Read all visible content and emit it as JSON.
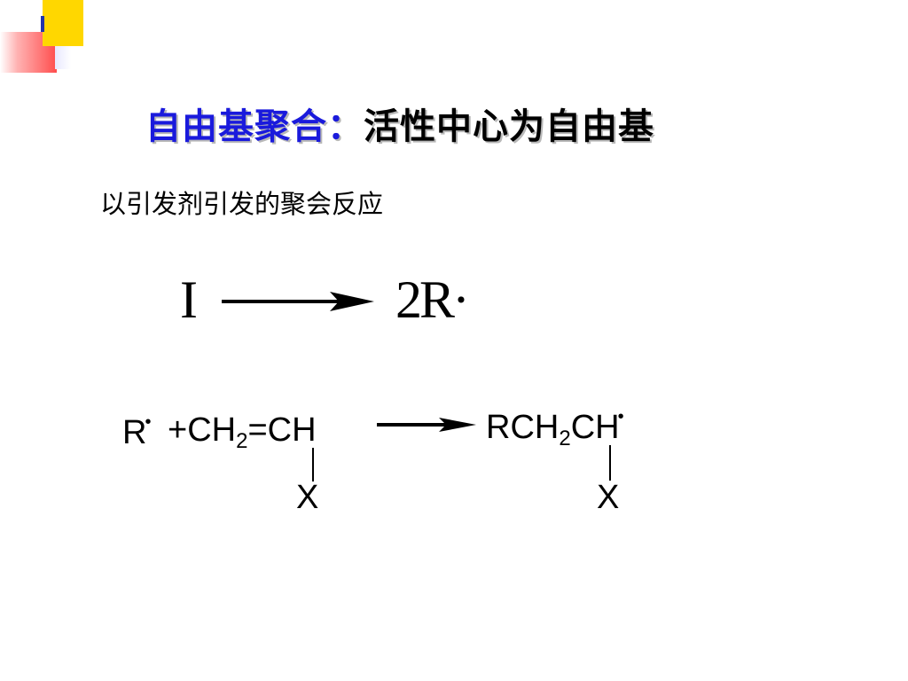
{
  "title": {
    "part1": "自由基聚合：",
    "part2": "活性中心为自由基",
    "color_part1": "#1a1adc",
    "color_part2": "#000000"
  },
  "subtitle": "以引发剂引发的聚会反应",
  "equation1": {
    "reactant": "I",
    "product": "2R·"
  },
  "equation2": {
    "reactant_radical": "R",
    "radical_dot": "•",
    "plus": "+",
    "monomer_prefix": "CH",
    "monomer_sub": "2",
    "double_bond": "=",
    "monomer_suffix": "CH",
    "substituent_left": "X",
    "product_prefix": "RCH",
    "product_sub": "2",
    "product_suffix": "CH",
    "product_dot": "•",
    "substituent_right": "X"
  }
}
